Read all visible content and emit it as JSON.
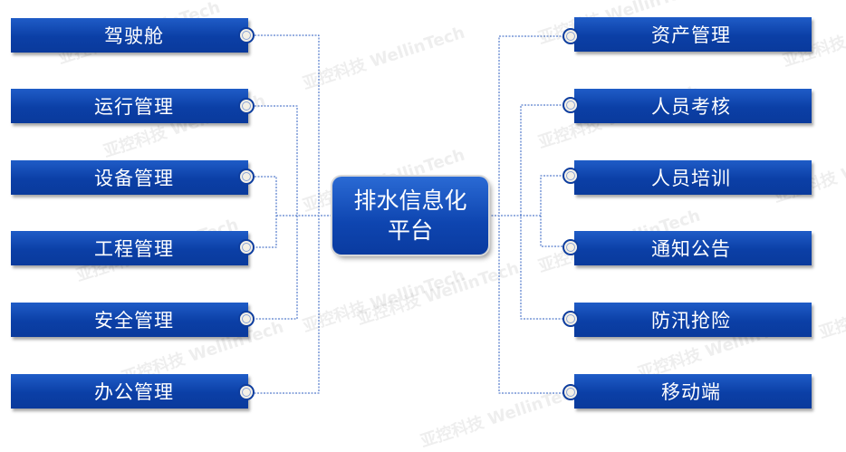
{
  "center": {
    "line1": "排水信息化",
    "line2": "平台"
  },
  "left_modules": [
    "驾驶舱",
    "运行管理",
    "设备管理",
    "工程管理",
    "安全管理",
    "办公管理"
  ],
  "right_modules": [
    "资产管理",
    "人员考核",
    "人员培训",
    "通知公告",
    "防汛抢险",
    "移动端"
  ],
  "watermark": "亚控科技 WellinTech",
  "colors": {
    "module_blue": "#0b3fa6",
    "connector": "#2f5fc0",
    "node_fill": "#f4f0e6"
  }
}
